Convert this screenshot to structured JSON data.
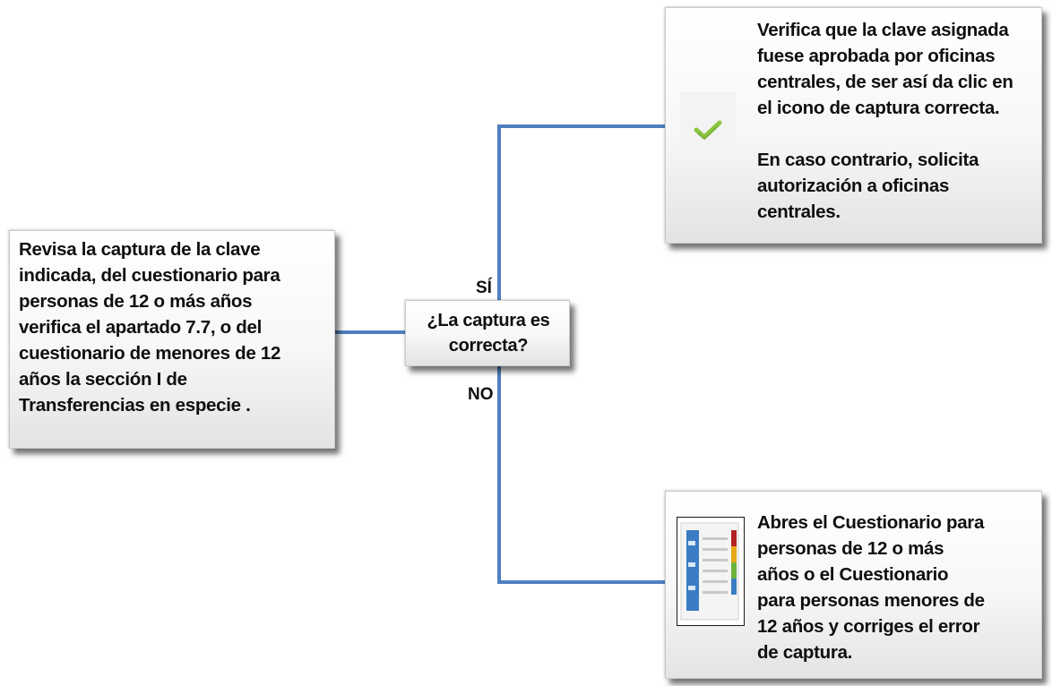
{
  "diagram": {
    "start_box": {
      "text": "Revisa la captura de la clave\nindicada, del cuestionario para\npersonas de 12 o más años\nverifica el apartado 7.7,  o del\ncuestionario de menores de 12\naños la sección I de\nTransferencias en especie ."
    },
    "decision_box": {
      "text": "¿La captura es\ncorrecta?"
    },
    "branch_yes": {
      "label": "SÍ",
      "text": "Verifica que la clave asignada\nfuese aprobada por oficinas\ncentrales, de ser así da clic en\nel icono de captura correcta.\n\nEn caso contrario, solicita\nautorización a oficinas\ncentrales.",
      "icon": "checkmark-icon"
    },
    "branch_no": {
      "label": "NO",
      "text": "Abres el Cuestionario para\npersonas de 12 o más\naños o el Cuestionario\npara personas menores de\n12 años  y corriges el error\nde captura.",
      "icon": "questionnaire-icon"
    },
    "colors": {
      "connector": "#4f7fbf",
      "check": "#8cc63f",
      "form_tab": "#3b7cc4"
    }
  }
}
